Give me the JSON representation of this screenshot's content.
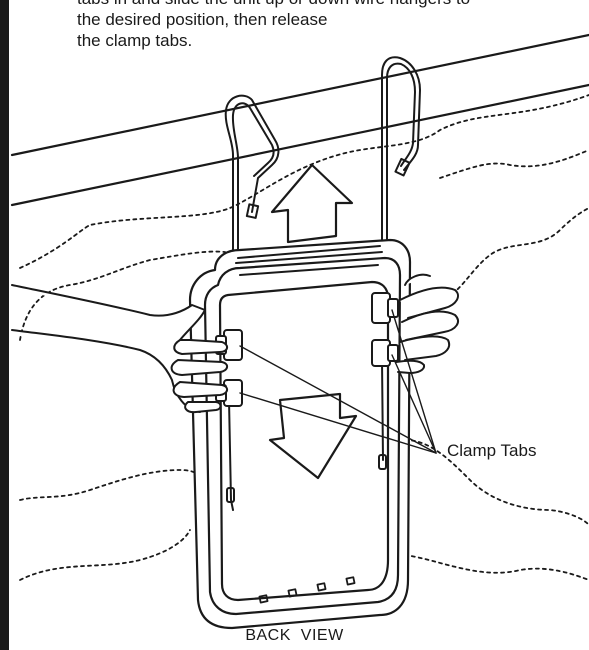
{
  "instructions": {
    "line1": "tabs in and slide the unit up or down wire hangers to",
    "line2": "the desired position, then release",
    "line3": "the clamp tabs."
  },
  "callout": {
    "label": "Clamp Tabs"
  },
  "caption": "BACK  VIEW",
  "colors": {
    "ink": "#1a1a1a",
    "background": "#ffffff",
    "fill": "#ffffff"
  },
  "icons": {
    "up_arrow": "arrow-up-outline",
    "down_arrow": "arrow-down-outline"
  }
}
